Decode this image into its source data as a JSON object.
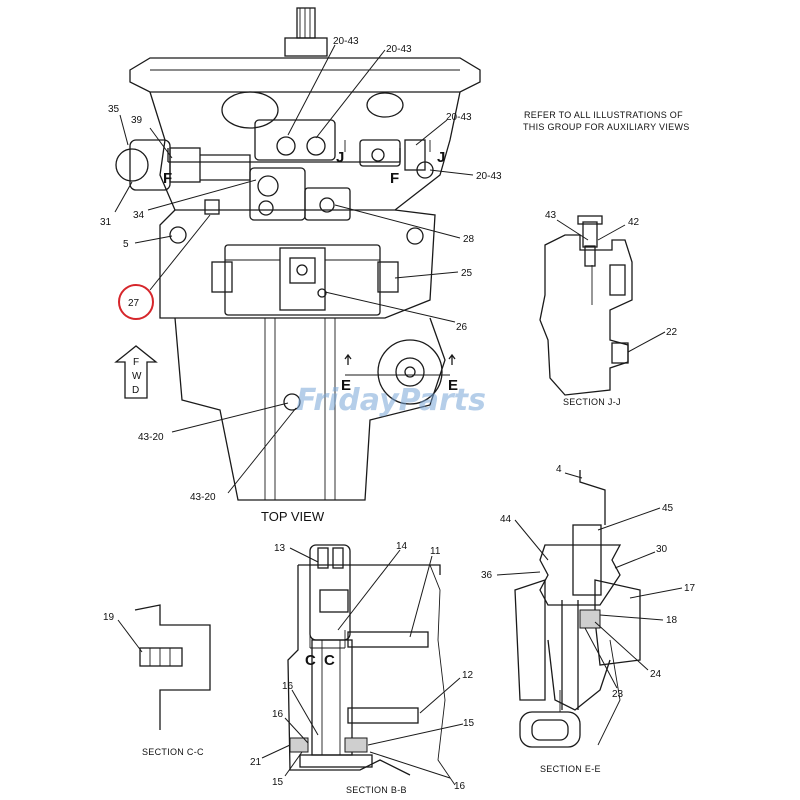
{
  "callouts": {
    "c20_43_a": "20-43",
    "c20_43_b": "20-43",
    "c20_43_c": "20-43",
    "c20_43_d": "20-43",
    "c35": "35",
    "c39": "39",
    "c31": "31",
    "c34": "34",
    "c5": "5",
    "c27": "27",
    "c28": "28",
    "c25": "25",
    "c26": "26",
    "c43_20_a": "43-20",
    "c43_20_b": "43-20",
    "c43": "43",
    "c42": "42",
    "c22": "22",
    "c4": "4",
    "c45": "45",
    "c44": "44",
    "c30": "30",
    "c36": "36",
    "c17": "17",
    "c18": "18",
    "c24": "24",
    "c23": "23",
    "c13": "13",
    "c14": "14",
    "c11": "11",
    "c12": "12",
    "c16_a": "16",
    "c16_b": "16",
    "c15_a": "15",
    "c15_b": "15",
    "c16_c": "16",
    "c21": "21",
    "c19": "19"
  },
  "section_marks": {
    "f_left": "F",
    "f_right": "F",
    "j_left": "J",
    "j_right": "J",
    "e_left": "E",
    "e_right": "E",
    "c_left": "C",
    "c_right": "C"
  },
  "fwd_letters": [
    "F",
    "W",
    "D"
  ],
  "captions": {
    "top_view": "TOP VIEW",
    "section_jj": "SECTION  J-J",
    "section_cc": "SECTION  C-C",
    "section_bb": "SECTION  B-B",
    "section_ee": "SECTION  E-E",
    "note_line1": "REFER TO ALL ILLUSTRATIONS OF",
    "note_line2": "THIS GROUP FOR AUXILIARY VIEWS"
  },
  "watermark": "FridayParts",
  "colors": {
    "line": "#1a1a1a",
    "highlight_circle": "#d6262b",
    "watermark": "#7aa7d8"
  }
}
